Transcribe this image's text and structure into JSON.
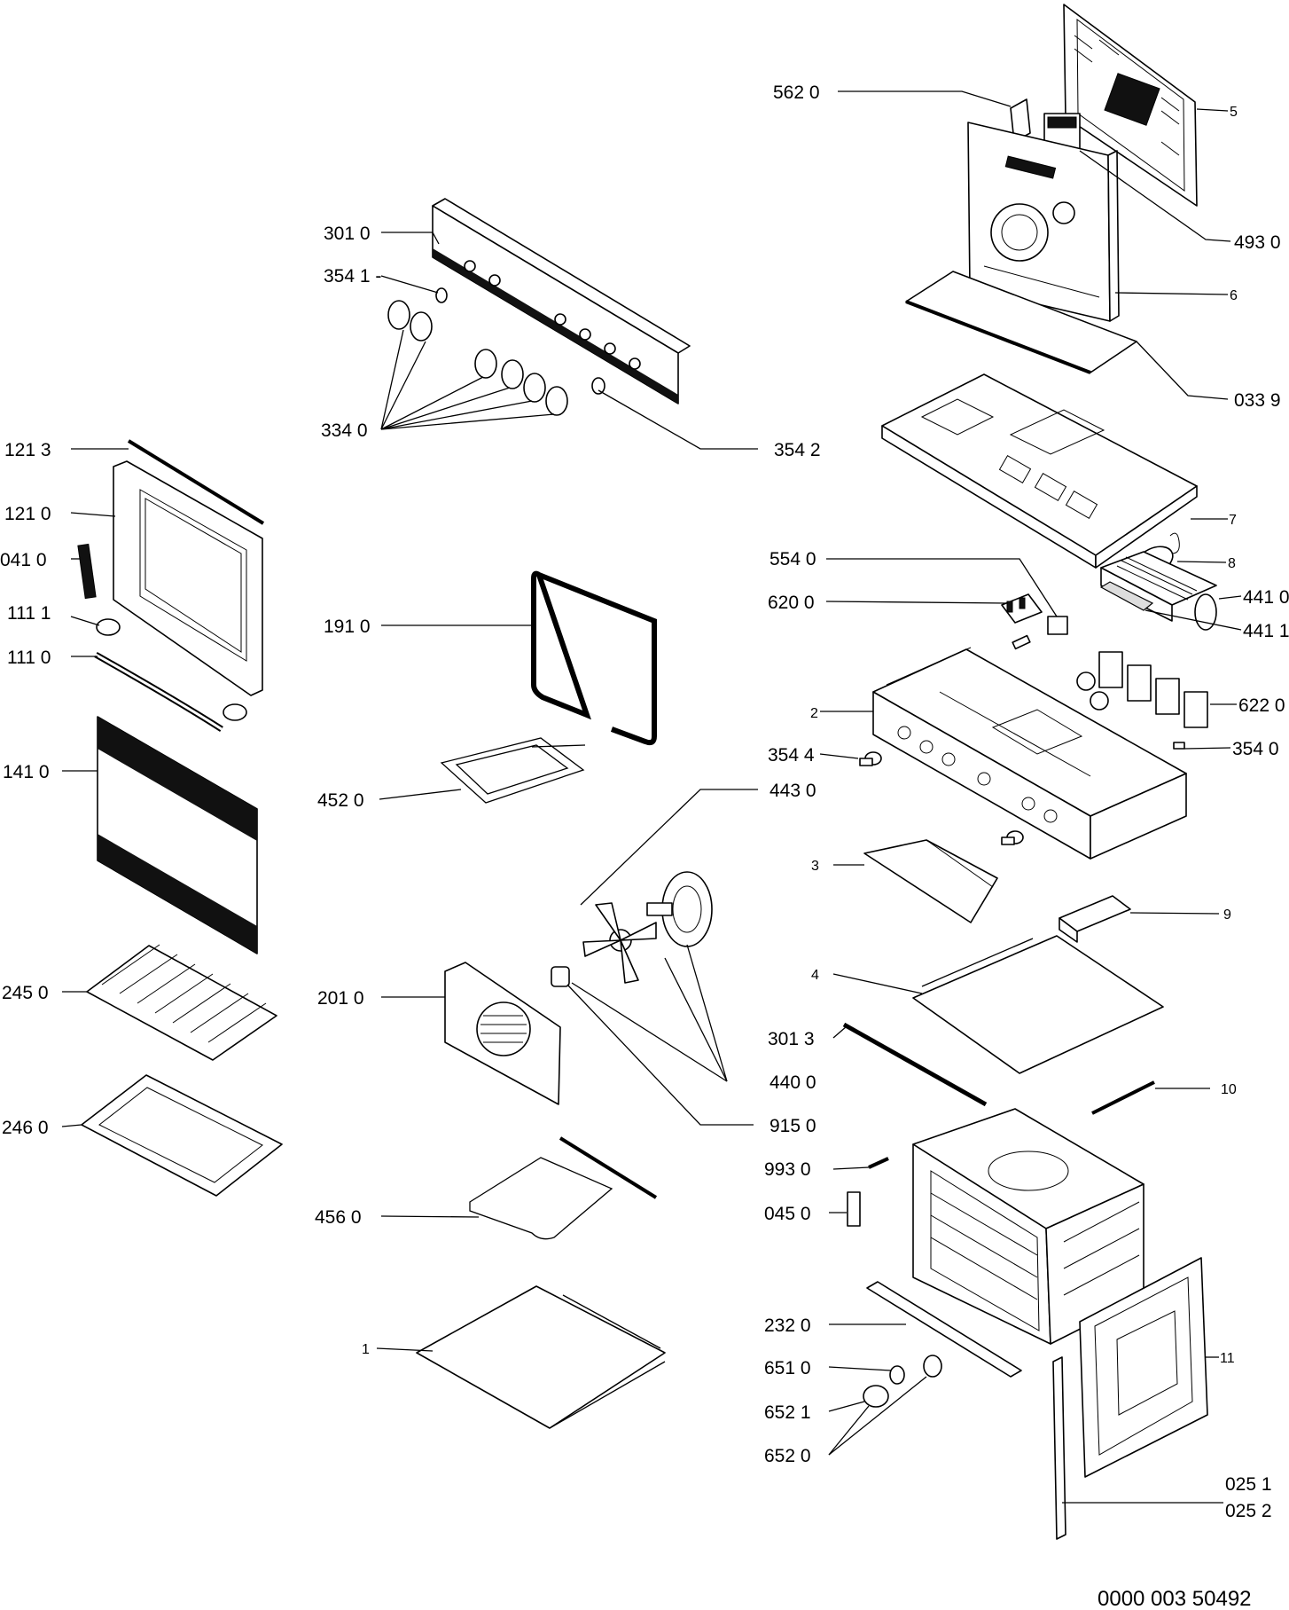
{
  "labels": {
    "p5620": "562 0",
    "p5": "5",
    "p4930": "493 0",
    "p6": "6",
    "p0339": "033 9",
    "p3010": "301 0",
    "p3541": "354 1 -",
    "p3340": "334 0",
    "p3542": "354 2",
    "p7": "7",
    "p8": "8",
    "p5540": "554 0",
    "p6200": "620 0",
    "p4410": "441 0",
    "p4411": "441 1",
    "p2": "2",
    "p6220": "622 0",
    "p3544": "354 4",
    "p3540": "354 0",
    "p1213": "121 3",
    "p1210": "121 0",
    "p0410": "041 0",
    "p1111": "111 1",
    "p1110": "111 0",
    "p1910": "191 0",
    "p1410": "141 0",
    "p4520": "452 0",
    "p4430": "443 0",
    "p3": "3",
    "p9": "9",
    "p2450": "245 0",
    "p2010": "201 0",
    "p4": "4",
    "p3013": "301 3",
    "p4400": "440 0",
    "p10": "10",
    "p2460": "246 0",
    "p9150": "915 0",
    "p9930": "993 0",
    "p4560": "456 0",
    "p0450": "045 0",
    "p2320": "232 0",
    "p1": "1",
    "p6510": "651 0",
    "p11": "11",
    "p6521": "652 1",
    "p6520": "652 0",
    "p0251": "025 1",
    "p0252": "025 2"
  },
  "document_number": "0000 003 50492"
}
